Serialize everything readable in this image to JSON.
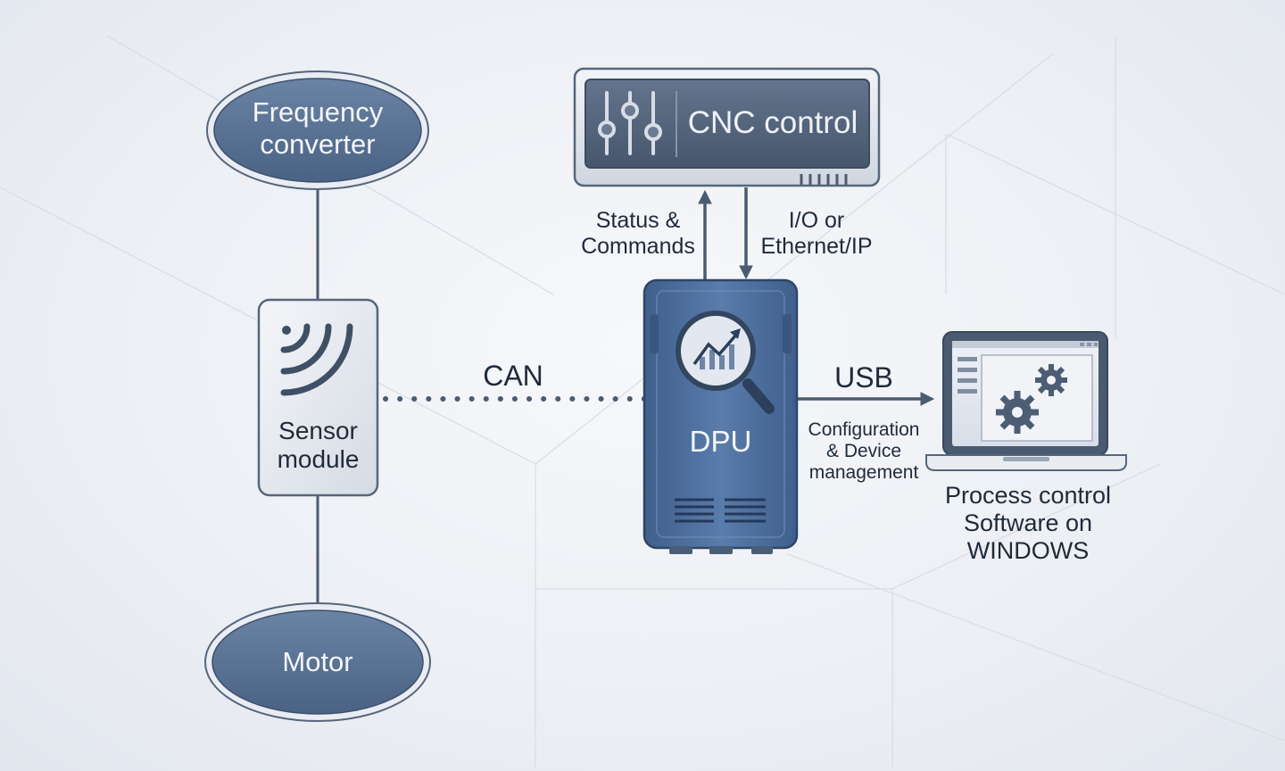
{
  "nodes": {
    "frequency_converter": {
      "line1": "Frequency",
      "line2": "converter"
    },
    "sensor_module": {
      "line1": "Sensor",
      "line2": "module"
    },
    "motor": {
      "label": "Motor"
    },
    "cnc_control": {
      "label": "CNC control"
    },
    "dpu": {
      "label": "DPU"
    },
    "laptop": {
      "line1": "Process control",
      "line2": "Software on",
      "line3": "WINDOWS"
    }
  },
  "connections": {
    "can": {
      "label": "CAN"
    },
    "status_commands": {
      "line1": "Status &",
      "line2": "Commands"
    },
    "io_ethernet": {
      "line1": "I/O or",
      "line2": "Ethernet/IP"
    },
    "usb": {
      "label": "USB"
    },
    "configuration": {
      "line1": "Configuration",
      "line2": "& Device",
      "line3": "management"
    }
  },
  "colors": {
    "node_fill": "#5b7293",
    "node_stroke": "#3c506c",
    "dpu_fill": "#4d6f9d",
    "line": "#4b5b70",
    "text_dark": "#1f2a3a",
    "panel_light": "#e4e8ee"
  },
  "icons": {
    "sensor": "wireless-signal-icon",
    "cnc": "slider-controls-icon",
    "dpu": "magnifier-chart-icon",
    "laptop": "gears-icon"
  }
}
